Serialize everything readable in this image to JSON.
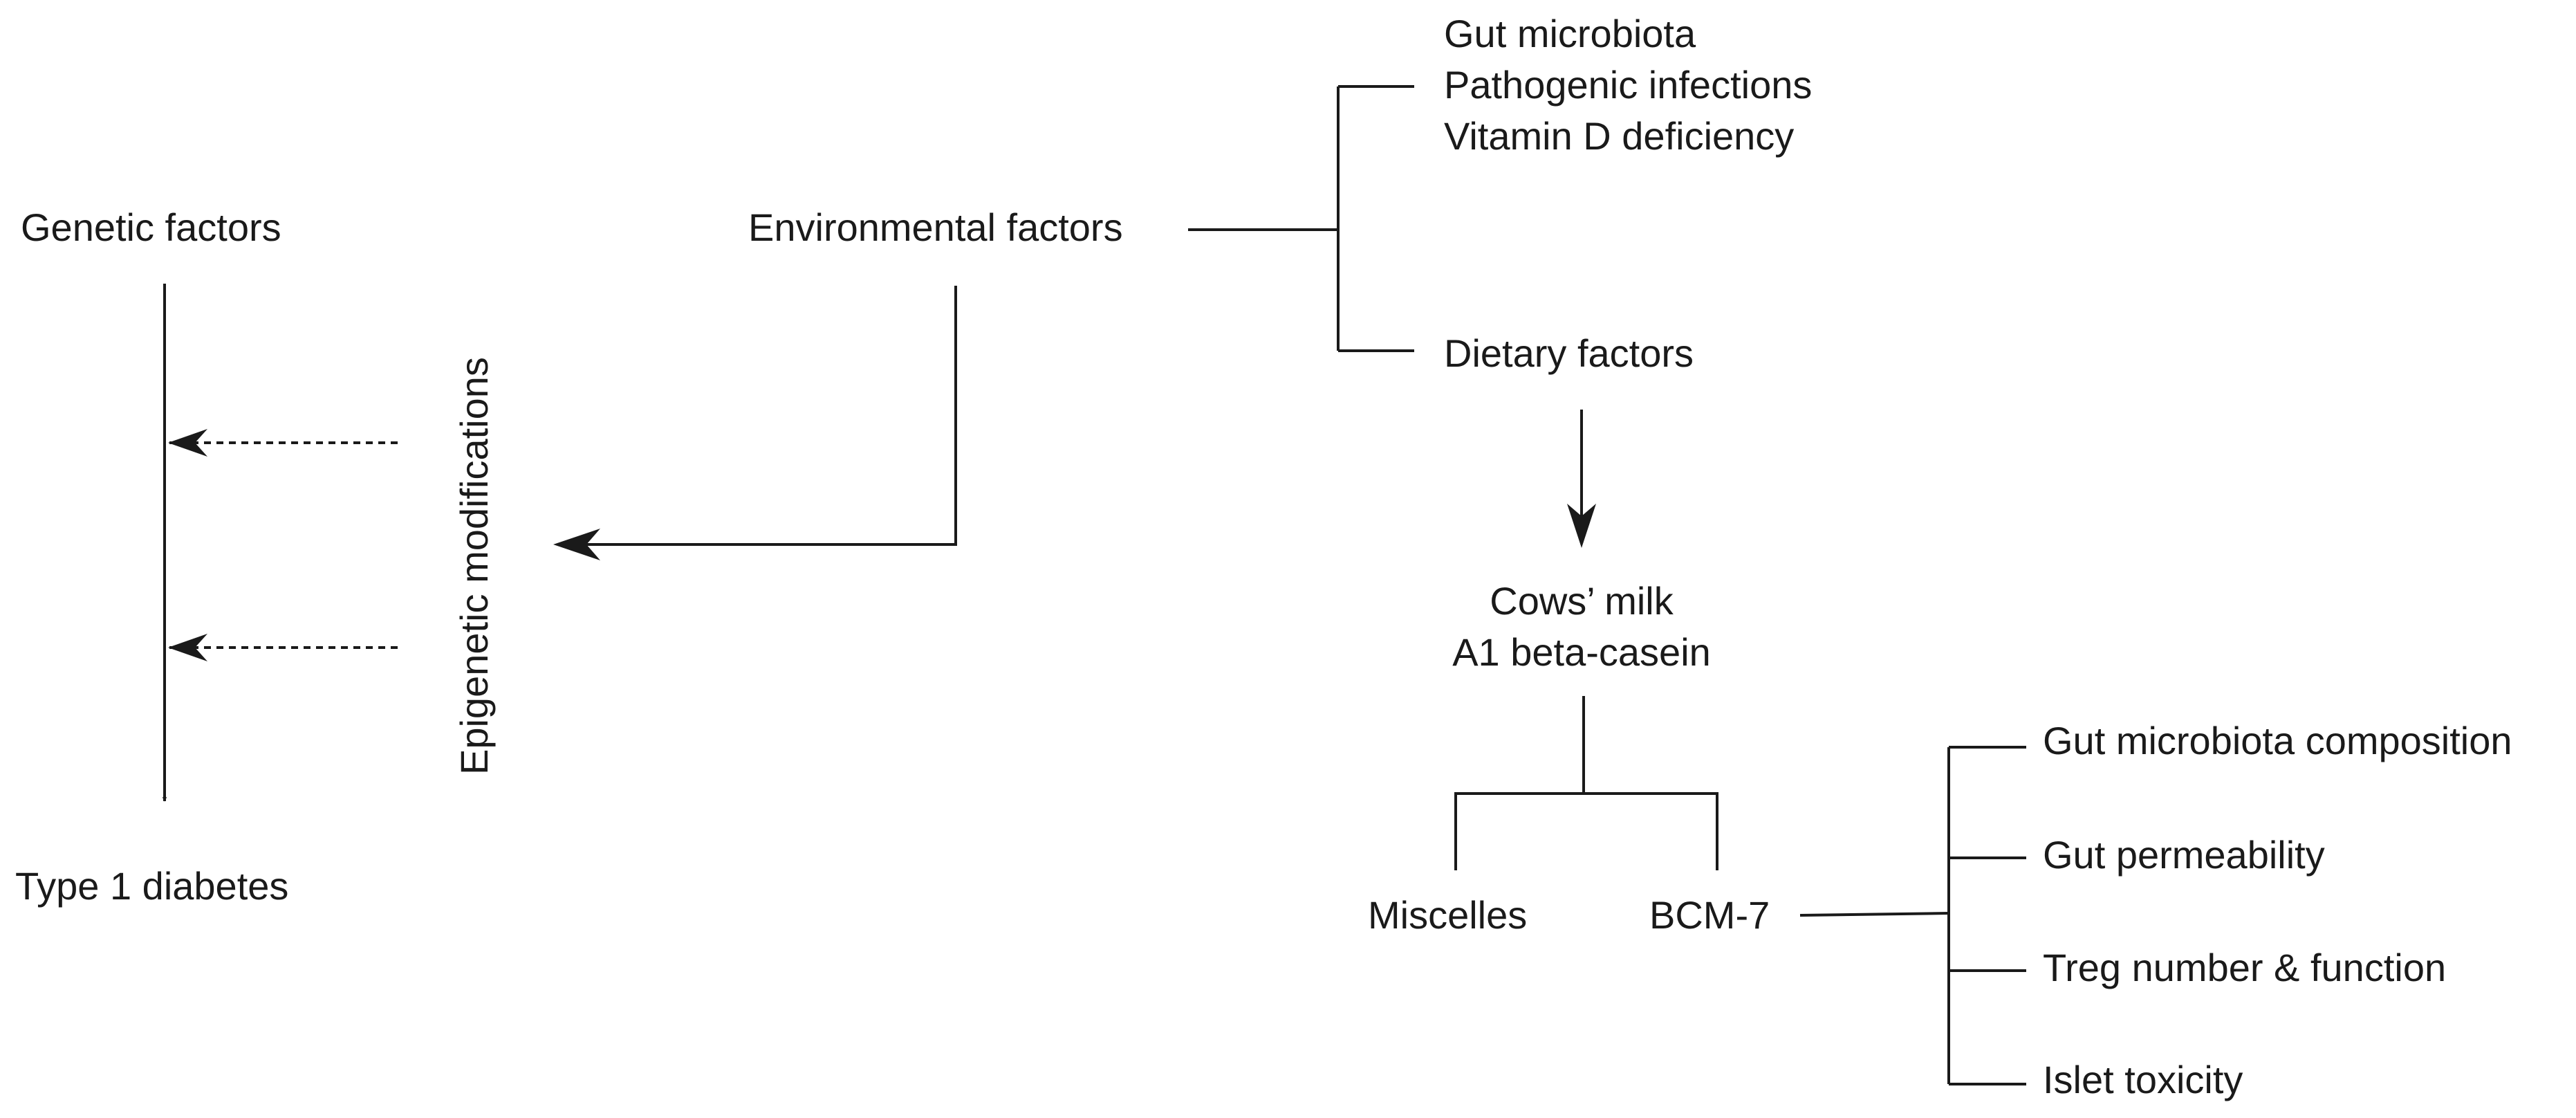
{
  "nodes": {
    "genetic_factors": "Genetic factors",
    "environmental_factors": "Environmental factors",
    "type1_diabetes": "Type 1 diabetes",
    "epigenetic_modifications": "Epigenetic modifications",
    "env_list": [
      "Gut microbiota",
      "Pathogenic infections",
      "Vitamin D deficiency"
    ],
    "dietary_factors": "Dietary factors",
    "cows_milk": [
      "Cows’ milk",
      "A1 beta-casein"
    ],
    "miscelles": "Miscelles",
    "bcm7": "BCM-7",
    "bcm7_effects": [
      "Gut microbiota composition",
      "Gut permeability",
      "Treg number & function",
      "Islet toxicity"
    ]
  }
}
